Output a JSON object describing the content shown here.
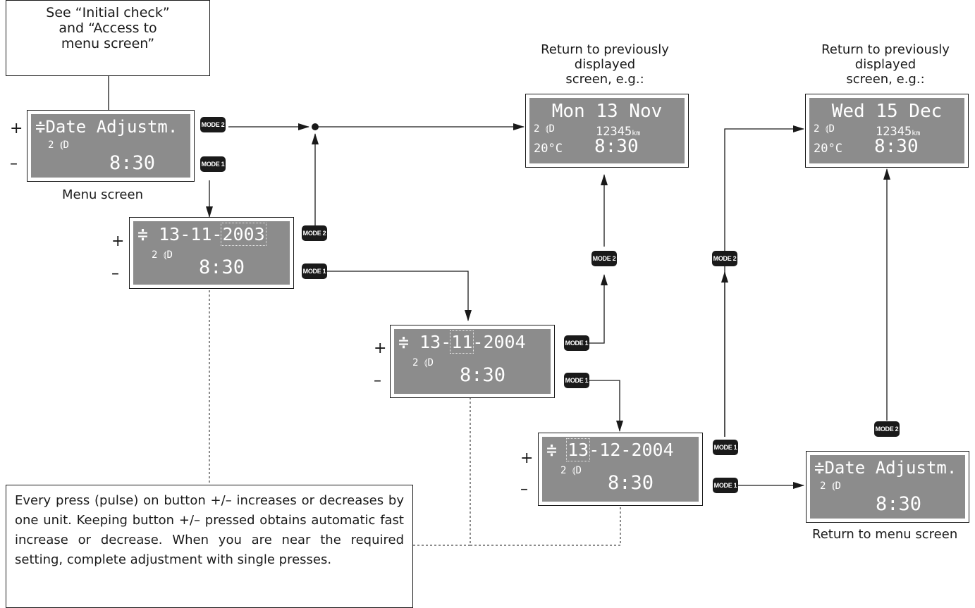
{
  "notes": {
    "top": [
      "See “Initial check”",
      "and “Access to",
      "menu screen”"
    ],
    "bottom": "Every press (pulse) on button +/– increases or decreases by one unit. Keeping button +/– pressed obtains automatic fast increase or decrease. When you are near the required setting, complete adjustment with single presses."
  },
  "signs": {
    "plus": "+",
    "minus": "–"
  },
  "buttons": {
    "mode1": "MODE 1",
    "mode2": "MODE 2"
  },
  "screens": {
    "menu": {
      "line1": "≑Date Adjustm.",
      "lamp": "2 ⦅D",
      "time": "8:30",
      "caption": "Menu screen"
    },
    "year": {
      "arrow": "≑",
      "prefix": "13-11-",
      "highlight": "2003",
      "lamp": "2 ⦅D",
      "time": "8:30"
    },
    "month": {
      "arrow": "≑",
      "prefix": "13-",
      "highlight": "11",
      "suffix": "-2004",
      "lamp": "2 ⦅D",
      "time": "8:30"
    },
    "day": {
      "arrow": "≑",
      "highlight": "13",
      "suffix": "-12-2004",
      "lamp": "2 ⦅D",
      "time": "8:30"
    },
    "return1": {
      "caption": [
        "Return to previously",
        "displayed",
        "screen, e.g.:"
      ],
      "date": "Mon 13 Nov",
      "lamp": "2 ⦅D",
      "odometer": "12345",
      "unit": "km",
      "temp": "20°C",
      "time": "8:30"
    },
    "return2": {
      "caption": [
        "Return to previously",
        "displayed",
        "screen, e.g.:"
      ],
      "date": "Wed 15 Dec",
      "lamp": "2 ⦅D",
      "odometer": "12345",
      "unit": "km",
      "temp": "20°C",
      "time": "8:30"
    },
    "menu2": {
      "line1": "≑Date Adjustm.",
      "lamp": "2 ⦅D",
      "time": "8:30",
      "caption": "Return to menu screen"
    }
  },
  "colors": {
    "lcd": "#8c8c8c",
    "ink": "#1a1a1a",
    "button": "#1a1a1a"
  }
}
